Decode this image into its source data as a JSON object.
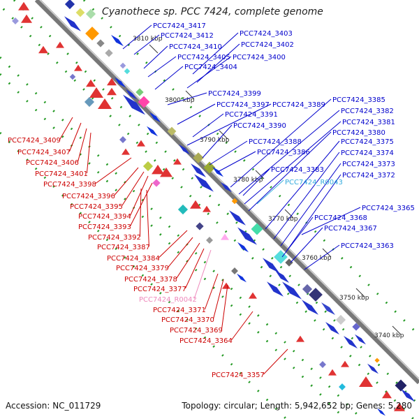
{
  "title": "Cyanothece sp. PCC 7424, complete genome",
  "footer": {
    "accession": "Accession: NC_011729",
    "summary": "Topology: circular; Length: 5,942,652 bp; Genes: 5,280"
  },
  "colors": {
    "forward_label": "#0000cc",
    "reverse_label": "#cc0000",
    "rna_forward_label": "#33aadd",
    "rna_reverse_label": "#ee88bb",
    "backbone": "#777777",
    "tick": "#229922"
  },
  "scale_labels": [
    "3810 kbp",
    "3800 kbp",
    "3790 kbp",
    "3780 kbp",
    "3770 kbp",
    "3760 kbp",
    "3750 kbp",
    "3740 kbp"
  ],
  "forward_gene_labels": [
    "PCC7424_3417",
    "PCC7424_3412",
    "PCC7424_3410",
    "PCC7424_3405",
    "PCC7424_3404",
    "PCC7424_3403",
    "PCC7424_3402",
    "PCC7424_3400",
    "PCC7424_3399",
    "PCC7424_3397",
    "PCC7424_3391",
    "PCC7424_3390",
    "PCC7424_3389",
    "PCC7424_3388",
    "PCC7424_3386",
    "PCC7424_3385",
    "PCC7424_3382",
    "PCC7424_3381",
    "PCC7424_3380",
    "PCC7424_3375",
    "PCC7424_3374",
    "PCC7424_3373",
    "PCC7424_3372",
    "PCC7424_3383",
    "PCC7424_3365",
    "PCC7424_3368",
    "PCC7424_3367",
    "PCC7424_3363"
  ],
  "rna_forward_labels": [
    "PCC7424_R0043"
  ],
  "reverse_gene_labels": [
    "PCC7424_3409",
    "PCC7424_3407",
    "PCC7424_3406",
    "PCC7424_3401",
    "PCC7424_3398",
    "PCC7424_3396",
    "PCC7424_3395",
    "PCC7424_3394",
    "PCC7424_3393",
    "PCC7424_3392",
    "PCC7424_3387",
    "PCC7424_3384",
    "PCC7424_3379",
    "PCC7424_3378",
    "PCC7424_3377",
    "PCC7424_3371",
    "PCC7424_3370",
    "PCC7424_3369",
    "PCC7424_3364",
    "PCC7424_3357"
  ],
  "rna_reverse_labels": [
    "PCC7424_R0042"
  ]
}
